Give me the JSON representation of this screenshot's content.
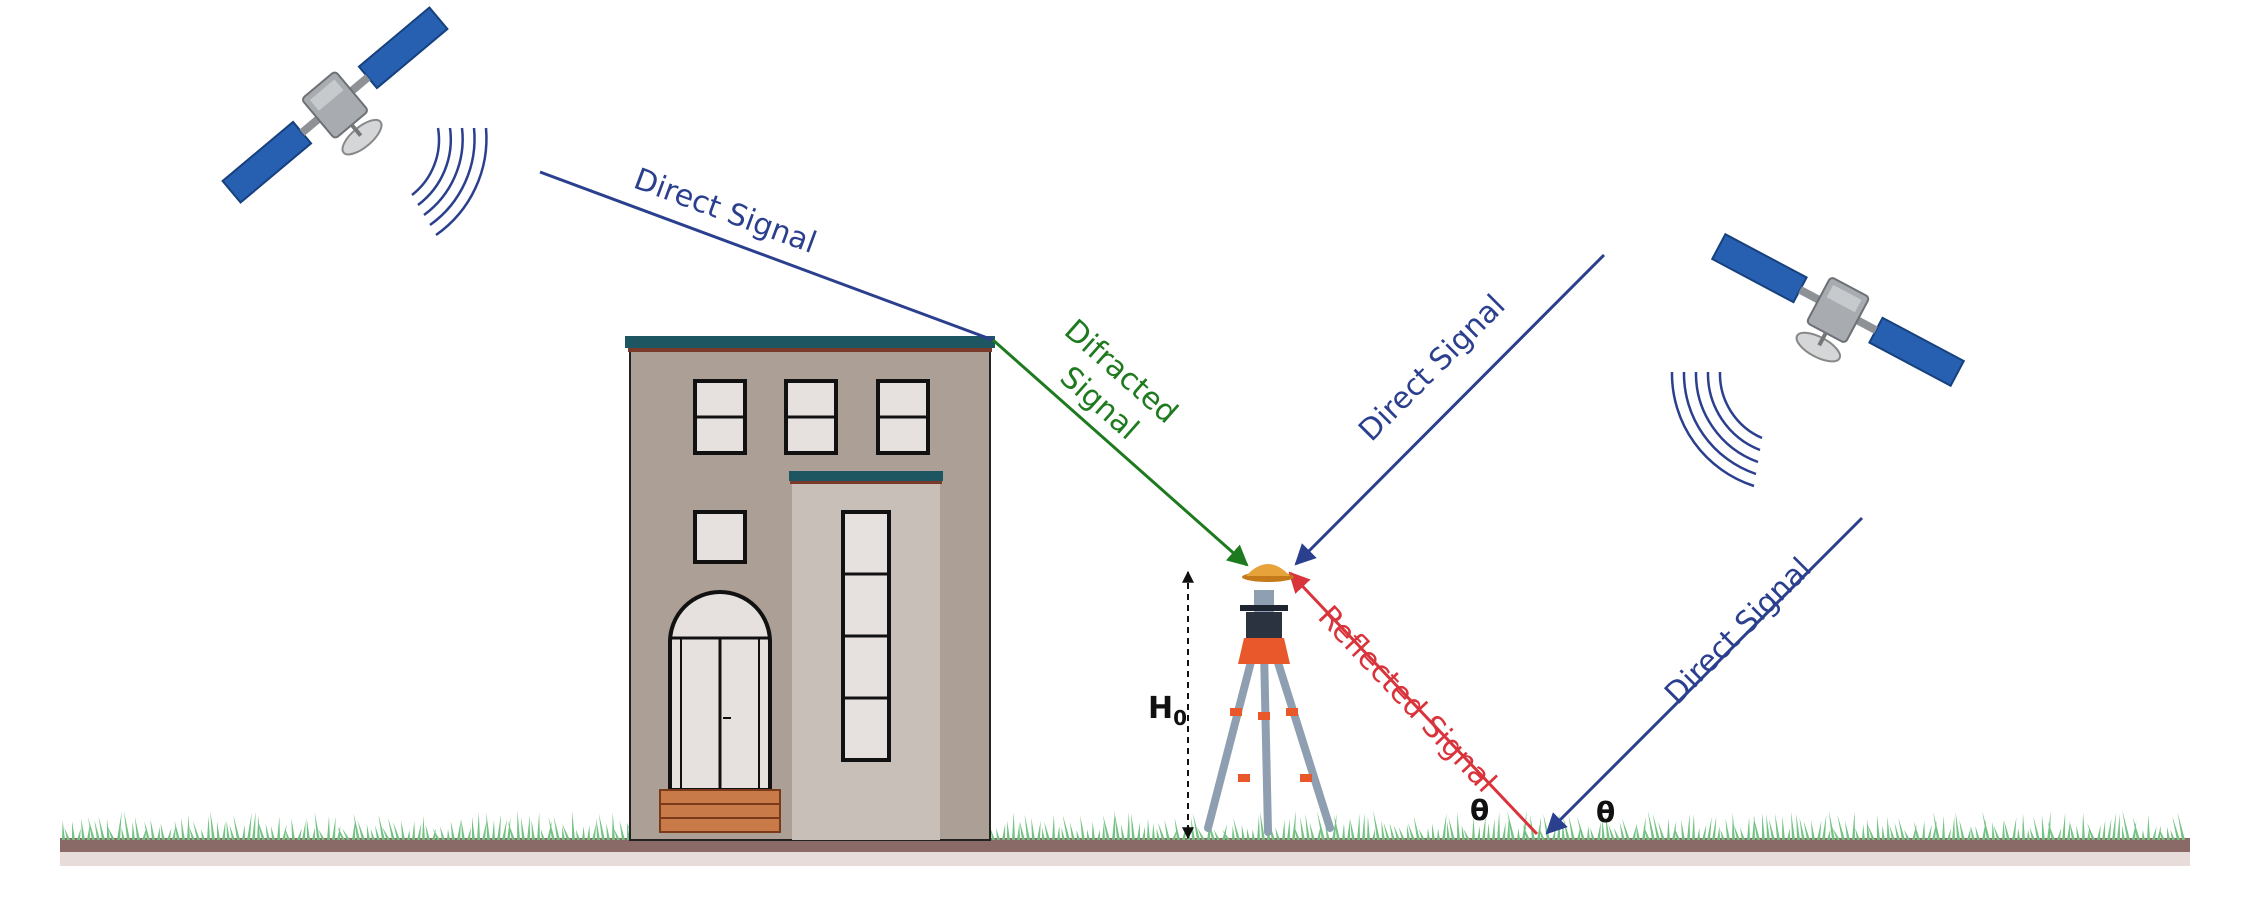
{
  "colors": {
    "direct": "#2b3f8f",
    "diffracted": "#1e7a1e",
    "reflected": "#d9343b",
    "building_wall": "#ab9f96",
    "building_wing": "#c9bfb9",
    "roof": "#1d5660",
    "grass": "#74c283",
    "ground": "#8a6a66",
    "window": "#e6e1de",
    "receiver": "#e8a23a",
    "tripod_orange": "#e8582a",
    "tripod_leg": "#8d9fb0",
    "satellite_panel": "#2760b0",
    "satellite_body": "#a8acb0"
  },
  "labels": {
    "direct_signal_1": "Direct Signal",
    "direct_signal_2": "Direct Signal",
    "direct_signal_3": "Direct Signal",
    "diffracted_line1": "Difracted",
    "diffracted_line2": "Signal",
    "reflected_signal": "Reflected Signal",
    "theta_1": "θ",
    "theta_2": "θ",
    "height_main": "H",
    "height_sub": "0"
  },
  "icons": {
    "satellite_left": "satellite-icon",
    "satellite_right": "satellite-icon",
    "receiver": "gnss-antenna-icon",
    "tripod": "tripod-icon",
    "building": "building-icon"
  }
}
